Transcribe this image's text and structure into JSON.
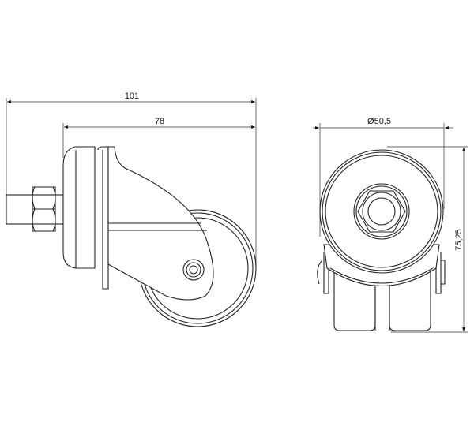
{
  "drawing": {
    "side_view": {
      "overall_length": "101",
      "body_length": "78"
    },
    "front_view": {
      "wheel_diameter": "Ø50,5",
      "height": "75,25"
    },
    "line_color": "#222222"
  }
}
